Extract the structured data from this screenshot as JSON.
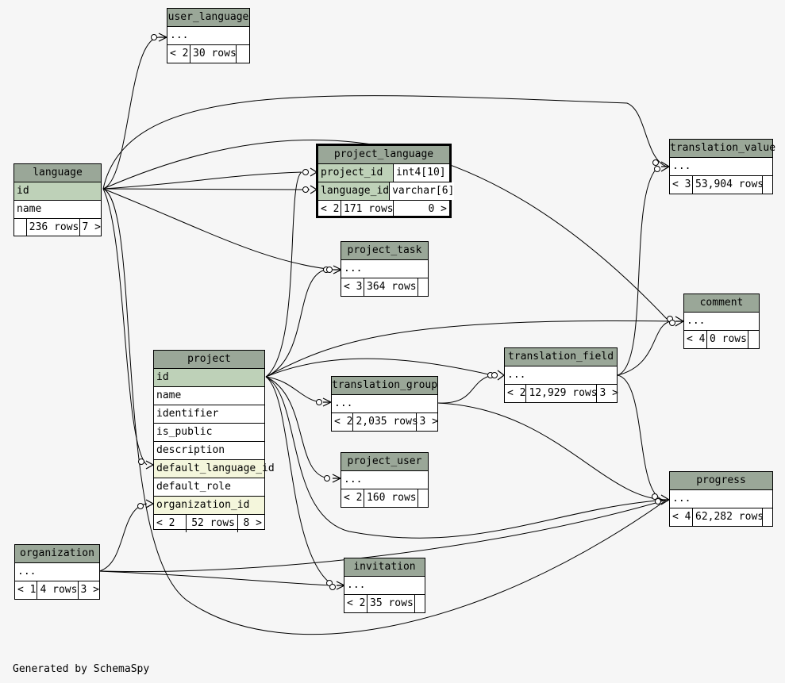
{
  "footer": "Generated by SchemaSpy",
  "tables": {
    "user_language": {
      "name": "user_language",
      "rows": [
        "..."
      ],
      "foot": [
        "< 2",
        "30 rows",
        ""
      ]
    },
    "language": {
      "name": "language",
      "rows": [
        "id",
        "name"
      ],
      "foot": [
        "",
        "236 rows",
        "7 >"
      ]
    },
    "project_language": {
      "name": "project_language",
      "rows": [
        {
          "col": "project_id",
          "type": "int4[10]"
        },
        {
          "col": "language_id",
          "type": "varchar[6]"
        }
      ],
      "foot": [
        "< 2",
        "171 rows",
        "0 >"
      ]
    },
    "project_task": {
      "name": "project_task",
      "rows": [
        "..."
      ],
      "foot": [
        "< 3",
        "364 rows",
        ""
      ]
    },
    "project": {
      "name": "project",
      "rows": [
        "id",
        "name",
        "identifier",
        "is_public",
        "description",
        "default_language_id",
        "default_role",
        "organization_id"
      ],
      "foot": [
        "< 2",
        "52 rows",
        "8 >"
      ]
    },
    "translation_group": {
      "name": "translation_group",
      "rows": [
        "..."
      ],
      "foot": [
        "< 2",
        "2,035 rows",
        "3 >"
      ]
    },
    "translation_field": {
      "name": "translation_field",
      "rows": [
        "..."
      ],
      "foot": [
        "< 2",
        "12,929 rows",
        "3 >"
      ]
    },
    "translation_value": {
      "name": "translation_value",
      "rows": [
        "..."
      ],
      "foot": [
        "< 3",
        "53,904 rows",
        ""
      ]
    },
    "comment": {
      "name": "comment",
      "rows": [
        "..."
      ],
      "foot": [
        "< 4",
        "0 rows",
        ""
      ]
    },
    "progress": {
      "name": "progress",
      "rows": [
        "..."
      ],
      "foot": [
        "< 4",
        "62,282 rows",
        ""
      ]
    },
    "project_user": {
      "name": "project_user",
      "rows": [
        "..."
      ],
      "foot": [
        "< 2",
        "160 rows",
        ""
      ]
    },
    "invitation": {
      "name": "invitation",
      "rows": [
        "..."
      ],
      "foot": [
        "< 2",
        "35 rows",
        ""
      ]
    },
    "organization": {
      "name": "organization",
      "rows": [
        "..."
      ],
      "foot": [
        "< 1",
        "4 rows",
        "3 >"
      ]
    }
  }
}
